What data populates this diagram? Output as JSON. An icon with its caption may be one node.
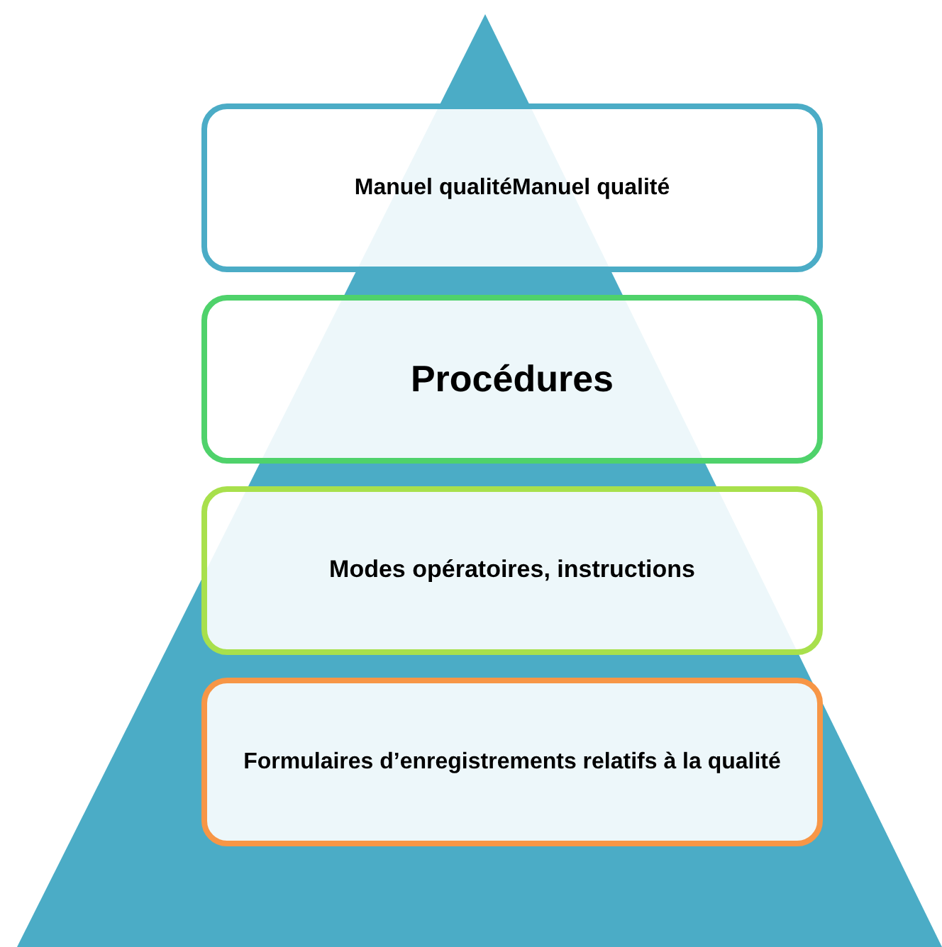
{
  "diagram": {
    "nodes": [
      {
        "text": [
          "Manuel qualitéManuel qualité"
        ]
      },
      {
        "text": [
          "Procédures"
        ]
      },
      {
        "text": [
          "Modes opératoires, instructions"
        ]
      },
      {
        "text": [
          "Formulaires d’enregistrements relatifs à la qualité"
        ]
      }
    ]
  }
}
